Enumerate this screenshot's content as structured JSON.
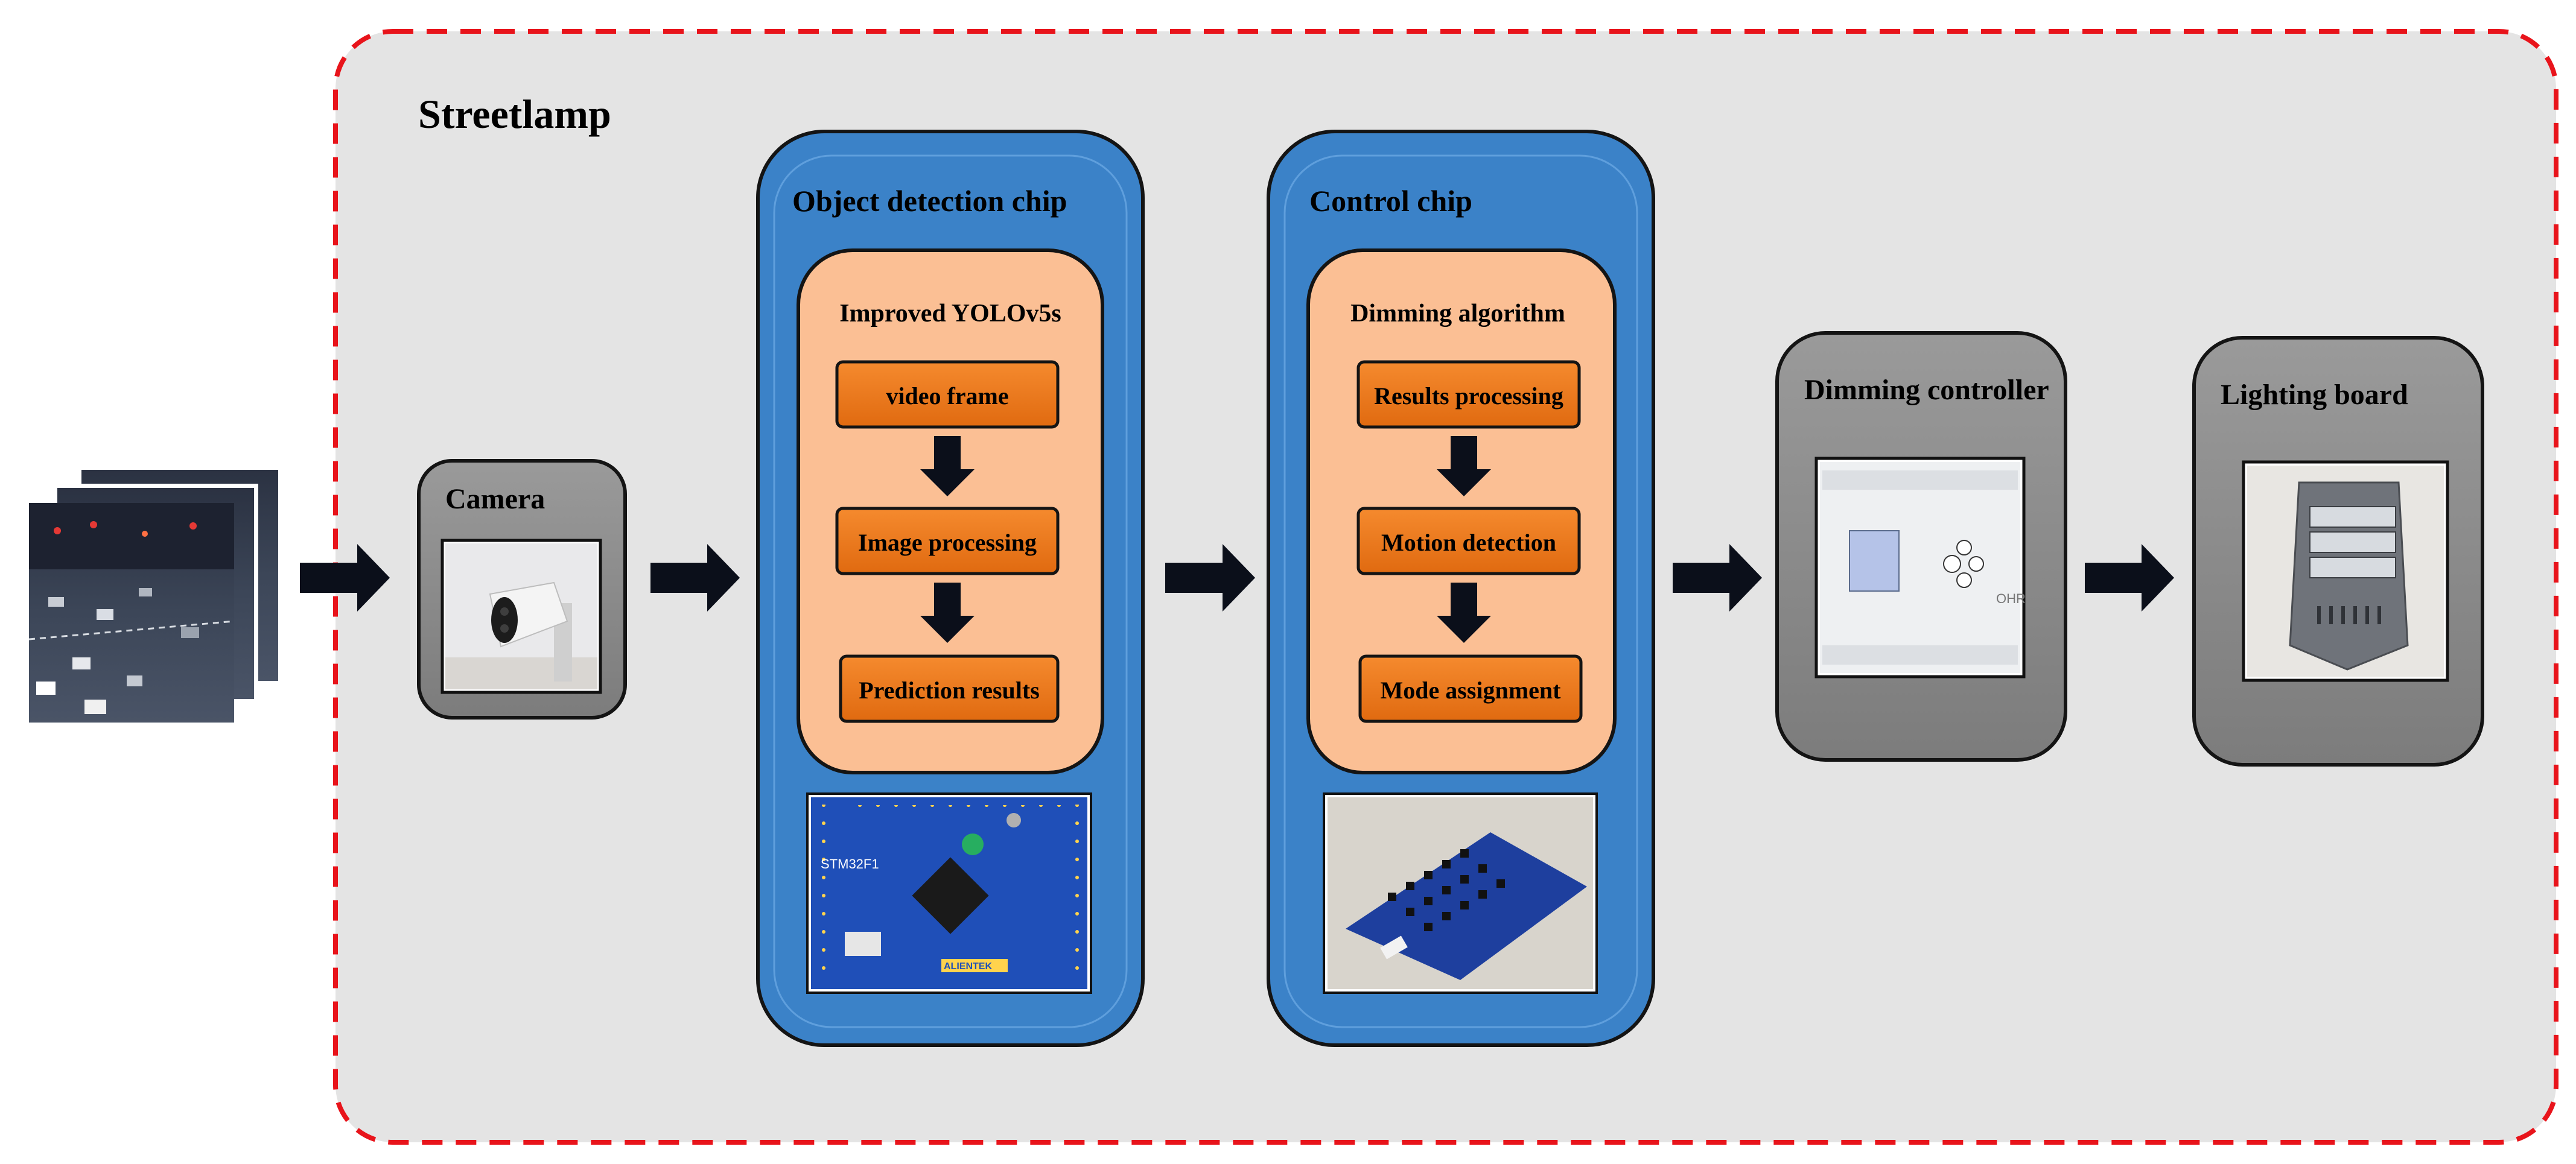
{
  "title": "Streetlamp",
  "camera": {
    "label": "Camera"
  },
  "detection_chip": {
    "label": "Object detection chip",
    "algorithm": "Improved YOLOv5s",
    "steps": [
      "video frame",
      "Image processing",
      "Prediction results"
    ]
  },
  "control_chip": {
    "label": "Control chip",
    "algorithm": "Dimming algorithm",
    "steps": [
      "Results processing",
      "Motion detection",
      "Mode assignment"
    ]
  },
  "dimming_controller": {
    "label": "Dimming controller"
  },
  "lighting_board": {
    "label": "Lighting board"
  },
  "board_print": {
    "mcu_label": "STM32F1",
    "brand": "ALIENTEK",
    "controller_brand": "OHR"
  },
  "colors": {
    "border_dashed": "#e8141b",
    "background_region": "#e4e4e4",
    "chip_blue": "#3b82c8",
    "algo_orange": "#fbbf94",
    "step_orange": "#f07e20",
    "module_gray": "#8c8c8c",
    "arrow": "#0b0f1a"
  }
}
